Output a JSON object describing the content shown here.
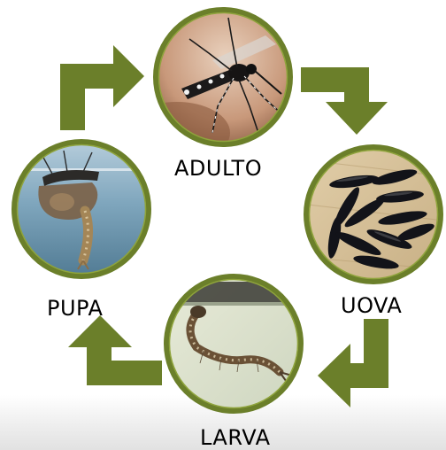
{
  "stages": [
    {
      "id": "adulto",
      "label": "ADULTO",
      "image": "adult-mosquito-on-skin"
    },
    {
      "id": "uova",
      "label": "UOVA",
      "image": "black-mosquito-eggs"
    },
    {
      "id": "larva",
      "label": "LARVA",
      "image": "mosquito-larva-in-water"
    },
    {
      "id": "pupa",
      "label": "PUPA",
      "image": "mosquito-pupa-emerging"
    }
  ],
  "colors": {
    "arrow": "#6b7f2a",
    "ring": "#6b7f2a",
    "ring_highlight": "#8fa43c",
    "floor": "#e6e6e6"
  }
}
